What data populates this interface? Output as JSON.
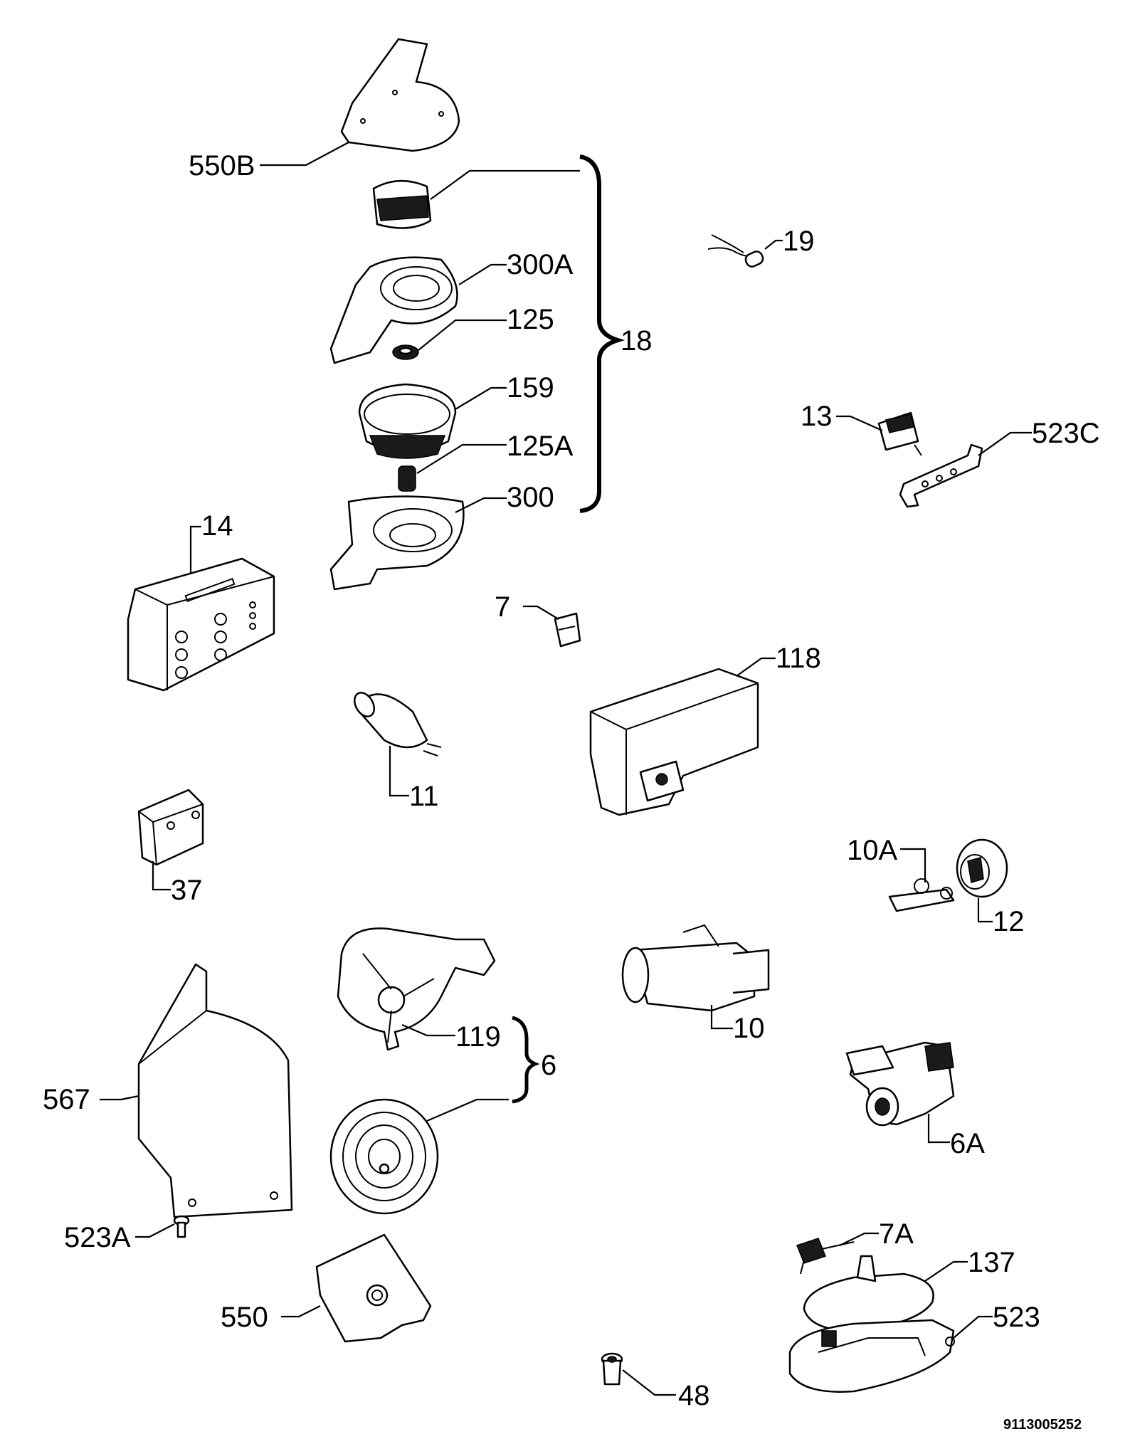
{
  "labels": {
    "p550b": "550B",
    "p19": "19",
    "p300a": "300A",
    "p125": "125",
    "p18": "18",
    "p159": "159",
    "p125a": "125A",
    "p300": "300",
    "p13": "13",
    "p523c": "523C",
    "p14": "14",
    "p7": "7",
    "p118": "118",
    "p11": "11",
    "p37": "37",
    "p10a": "10A",
    "p12": "12",
    "p10": "10",
    "p119": "119",
    "p6": "6",
    "p567": "567",
    "p6a": "6A",
    "p523a": "523A",
    "p7a": "7A",
    "p137": "137",
    "p550": "550",
    "p523": "523",
    "p48": "48"
  },
  "document_number": "9113005252"
}
